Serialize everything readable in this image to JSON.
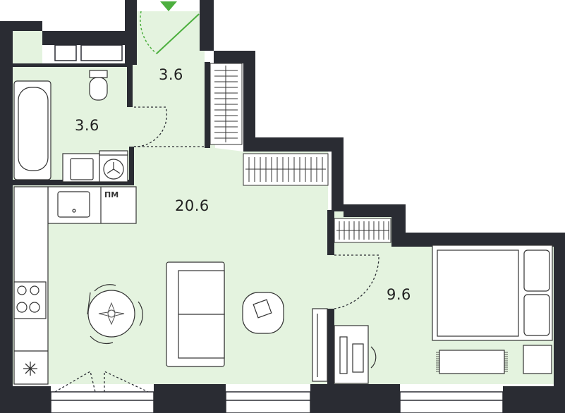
{
  "rooms": {
    "hall_area": "3.6",
    "bathroom_area": "3.6",
    "living_area": "20.6",
    "bedroom_area": "9.6"
  },
  "labels": {
    "pm": "ПМ"
  },
  "colors": {
    "wall": "#2a2c33",
    "floor": "#e4f3df",
    "accent": "#4caf3e",
    "line": "#555555"
  },
  "icons": {
    "entrance": "entrance-arrow-icon",
    "ac": "snowflake-icon"
  }
}
